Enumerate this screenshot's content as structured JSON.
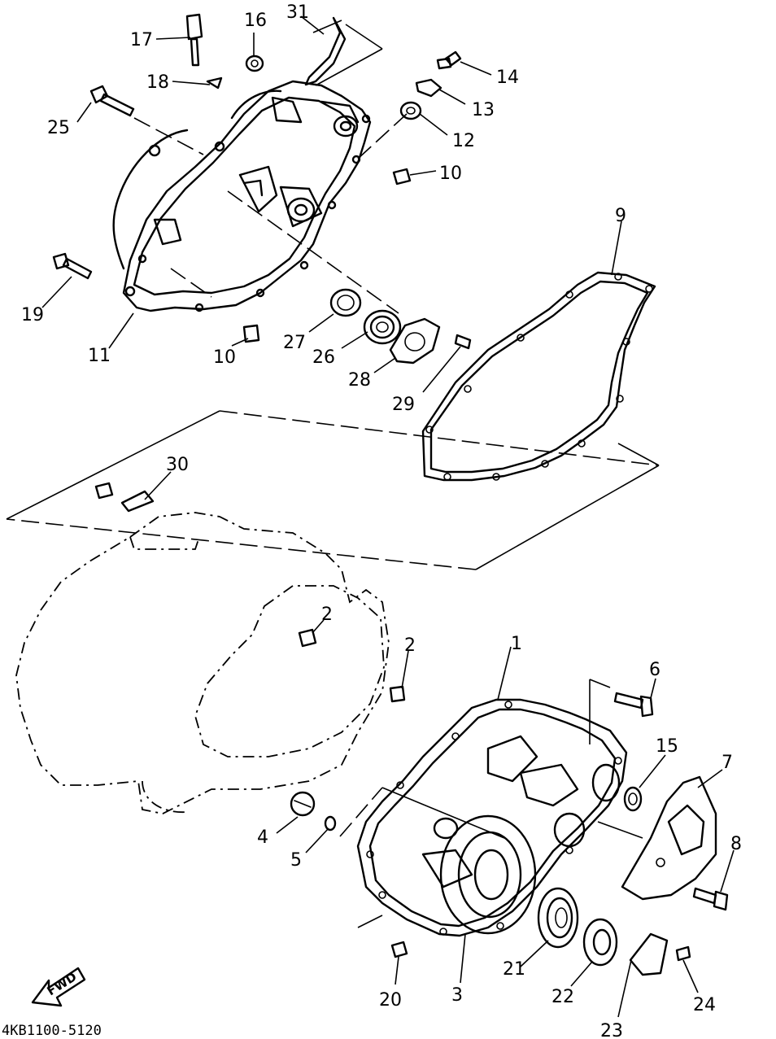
{
  "diagram": {
    "code": "4KB1100-5120",
    "fwd_label": "FWD",
    "callouts": {
      "c1": "1",
      "c2a": "2",
      "c2b": "2",
      "c3": "3",
      "c4": "4",
      "c5": "5",
      "c6": "6",
      "c7": "7",
      "c8": "8",
      "c9": "9",
      "c10a": "10",
      "c10b": "10",
      "c11": "11",
      "c12": "12",
      "c13": "13",
      "c14": "14",
      "c15": "15",
      "c16": "16",
      "c17": "17",
      "c18": "18",
      "c19": "19",
      "c20": "20",
      "c21": "21",
      "c22": "22",
      "c23": "23",
      "c24": "24",
      "c25": "25",
      "c26": "26",
      "c27": "27",
      "c28": "28",
      "c29": "29",
      "c30": "30",
      "c31": "31"
    }
  }
}
